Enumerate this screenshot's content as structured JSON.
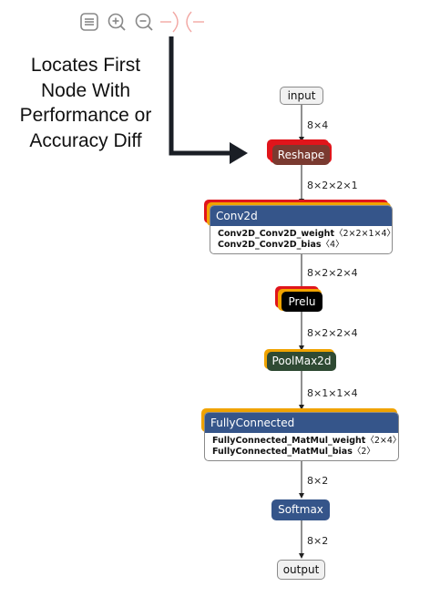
{
  "toolbar": {
    "items": [
      {
        "icon": "menu-icon"
      },
      {
        "icon": "zoom-in-icon"
      },
      {
        "icon": "zoom-out-icon"
      },
      {
        "icon": "graph-logo-icon"
      }
    ]
  },
  "callout": {
    "lines": [
      "Locates First",
      "Node With",
      "Performance or",
      "Accuracy Diff"
    ]
  },
  "colors": {
    "highlight_red": "#e0151b",
    "highlight_orange": "#f0a300",
    "node_blue": "#35558a",
    "node_dark": "#222222",
    "node_green": "#2f4a33",
    "node_brownred": "#7a3a30"
  },
  "graph": {
    "nodes": {
      "input": {
        "label": "input"
      },
      "reshape": {
        "label": "Reshape"
      },
      "conv2d": {
        "label": "Conv2d",
        "attrs": [
          {
            "name": "Conv2D_Conv2D_weight",
            "value": "〈2×2×1×4〉"
          },
          {
            "name": "Conv2D_Conv2D_bias",
            "value": "〈4〉"
          }
        ]
      },
      "prelu": {
        "label": "Prelu"
      },
      "poolmax": {
        "label": "PoolMax2d"
      },
      "fc": {
        "label": "FullyConnected",
        "attrs": [
          {
            "name": "FullyConnected_MatMul_weight",
            "value": "〈2×4〉"
          },
          {
            "name": "FullyConnected_MatMul_bias",
            "value": "〈2〉"
          }
        ]
      },
      "softmax": {
        "label": "Softmax"
      },
      "output": {
        "label": "output"
      }
    },
    "edges": [
      {
        "label": "8×4"
      },
      {
        "label": "8×2×2×1"
      },
      {
        "label": "8×2×2×4"
      },
      {
        "label": "8×2×2×4"
      },
      {
        "label": "8×1×1×4"
      },
      {
        "label": "8×2"
      },
      {
        "label": "8×2"
      }
    ]
  }
}
